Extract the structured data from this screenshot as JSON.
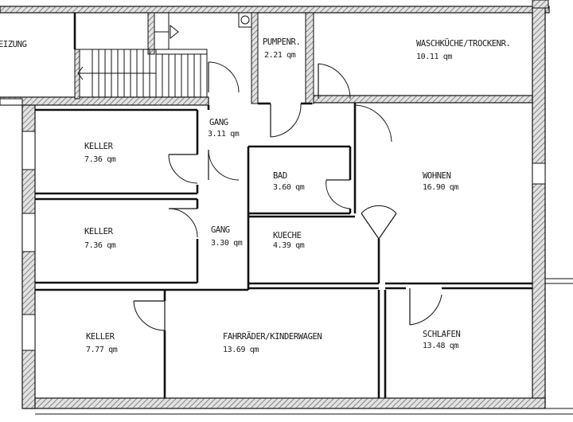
{
  "rooms": [
    {
      "key": "heizung",
      "name": "EIZUNG",
      "area": ""
    },
    {
      "key": "pumpe",
      "name": "PUMPENR.",
      "area": "2.21 qm"
    },
    {
      "key": "wasch",
      "name": "WASCHKÜCHE/TROCKENR.",
      "area": "10.11 qm"
    },
    {
      "key": "gang1",
      "name": "GANG",
      "area": "3.11 qm"
    },
    {
      "key": "keller1",
      "name": "KELLER",
      "area": "7.36 qm"
    },
    {
      "key": "bad",
      "name": "BAD",
      "area": "3.60 qm"
    },
    {
      "key": "wohnen",
      "name": "WOHNEN",
      "area": "16.90 qm"
    },
    {
      "key": "keller2",
      "name": "KELLER",
      "area": "7.36 qm"
    },
    {
      "key": "gang2",
      "name": "GANG",
      "area": "3.30 qm"
    },
    {
      "key": "kueche",
      "name": "KUECHE",
      "area": "4.39 qm"
    },
    {
      "key": "keller3",
      "name": "KELLER",
      "area": "7.77 qm"
    },
    {
      "key": "fahrrad",
      "name": "FAHRRÄDER/KINDERWAGEN",
      "area": "13.69 qm"
    },
    {
      "key": "schlafen",
      "name": "SCHLAFEN",
      "area": "13.48 qm"
    }
  ],
  "colors": {
    "wall": "#d9d9d9",
    "line": "#111111",
    "background": "#ffffff"
  }
}
